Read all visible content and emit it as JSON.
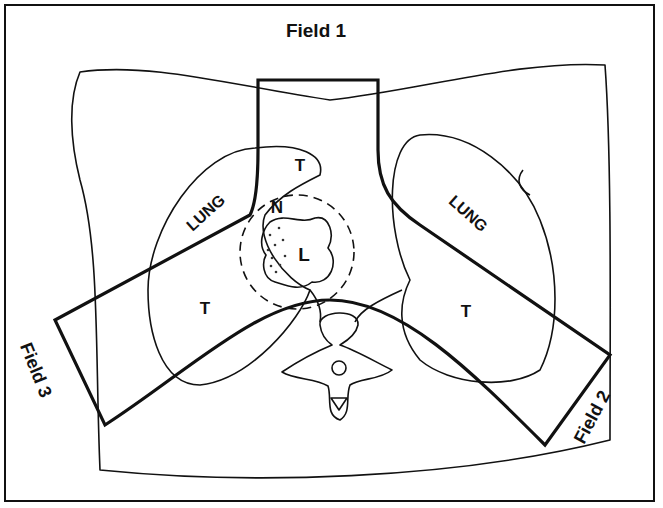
{
  "diagram": {
    "labels": [
      "Field 1",
      "T",
      "N",
      "LUNG",
      "LUNG",
      "L",
      "T",
      "T",
      "Field 3",
      "Field 2"
    ]
  }
}
